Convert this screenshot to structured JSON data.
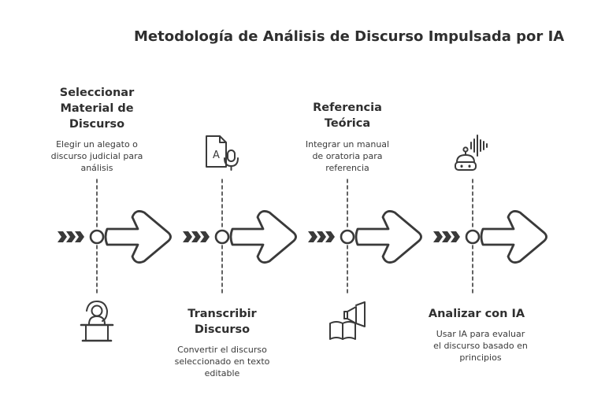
{
  "title": "Metodología de Análisis de Discurso Impulsada por IA",
  "steps": [
    {
      "title_lines": [
        "Seleccionar",
        "Material de",
        "Discurso"
      ],
      "desc_lines": [
        "Elegir un alegato o",
        "discurso judicial para",
        "análisis"
      ],
      "icon": "speaker-at-podium-icon",
      "label_position": "top"
    },
    {
      "title_lines": [
        "Transcribir",
        "Discurso"
      ],
      "desc_lines": [
        "Convertir el discurso",
        "seleccionado en texto",
        "editable"
      ],
      "icon": "speech-to-text-icon",
      "icon_text": "A",
      "label_position": "bottom"
    },
    {
      "title_lines": [
        "Referencia",
        "Teórica"
      ],
      "desc_lines": [
        "Integrar un manual",
        "de oratoria para",
        "referencia"
      ],
      "icon": "book-megaphone-icon",
      "label_position": "top"
    },
    {
      "title_lines": [
        "Analizar con IA"
      ],
      "desc_lines": [
        "Usar IA para evaluar",
        "el discurso basado en",
        "principios"
      ],
      "icon": "robot-voice-icon",
      "label_position": "bottom"
    }
  ],
  "colors": {
    "ink": "#3a3a3a",
    "background": "#ffffff"
  }
}
